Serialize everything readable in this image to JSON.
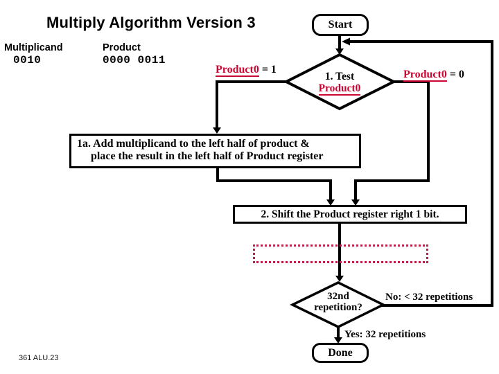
{
  "slide": {
    "title": "Multiply Algorithm Version 3",
    "footer": "361 ALU.23"
  },
  "registers": {
    "multiplicand": {
      "label": "Multiplicand",
      "value": "0010"
    },
    "product": {
      "label": "Product",
      "value": "0000 0011"
    }
  },
  "flowchart": {
    "start": "Start",
    "decision1": {
      "line1": "1. Test",
      "line2": "Product0"
    },
    "branch_left": {
      "red": "Product0",
      "black": " = 1"
    },
    "branch_right": {
      "red": "Product0",
      "black": " = 0"
    },
    "box1a": {
      "line1": "1a. Add multiplicand to the left half of product &",
      "line2": "place the result in the left half of Product register"
    },
    "box2": "2. Shift the Product register right 1 bit.",
    "decision2": {
      "line1": "32nd",
      "line2": "repetition?"
    },
    "no_label": "No: < 32 repetitions",
    "yes_label": "Yes: 32 repetitions",
    "done": "Done"
  },
  "colors": {
    "accent_red": "#cc0633",
    "dotted_box_red": "#bb2149",
    "line_black": "#000000",
    "background": "#ffffff"
  }
}
